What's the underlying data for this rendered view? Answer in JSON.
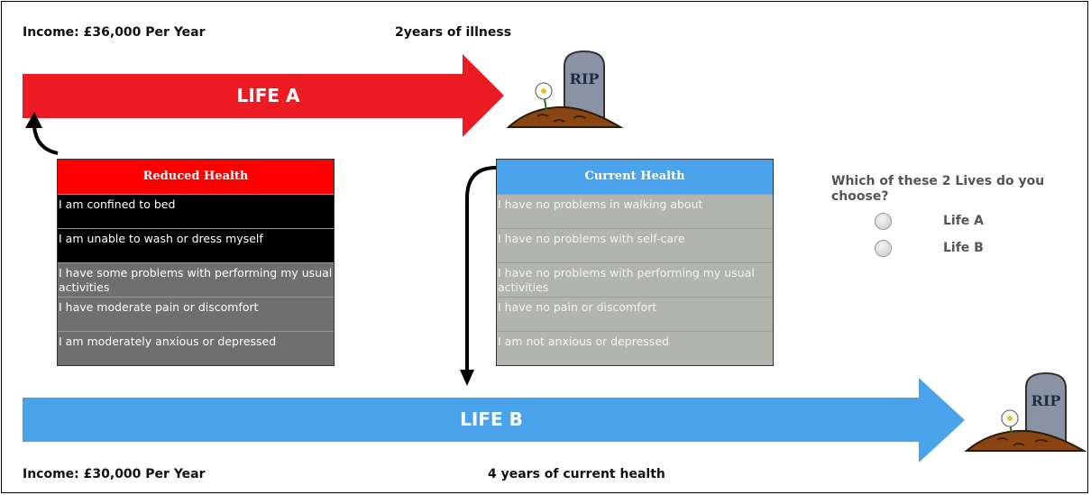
{
  "life_a": {
    "income": "Income: £36,000 Per Year",
    "duration": "2years of illness",
    "arrow_label": "LIFE A",
    "color": "#ed1c24"
  },
  "life_b": {
    "income": "Income: £30,000 Per Year",
    "duration": "4 years of current health",
    "arrow_label": "LIFE B",
    "color": "#4aa3ea"
  },
  "gravestone_text": "RIP",
  "reduced_health": {
    "title": "Reduced Health",
    "rows": [
      "I am confined to bed",
      "I am unable to wash or dress myself",
      "I have some problems with performing my usual activities",
      "I have moderate pain or discomfort",
      "I am moderately anxious or depressed"
    ]
  },
  "current_health": {
    "title": "Current Health",
    "rows": [
      "I have no problems in walking about",
      "I have no problems with self-care",
      "I have no problems with performing my usual activities",
      "I have no pain or discomfort",
      "I am not anxious or depressed"
    ]
  },
  "question": {
    "text": "Which of these 2 Lives do you choose?",
    "options": [
      "Life A",
      "Life B"
    ]
  }
}
